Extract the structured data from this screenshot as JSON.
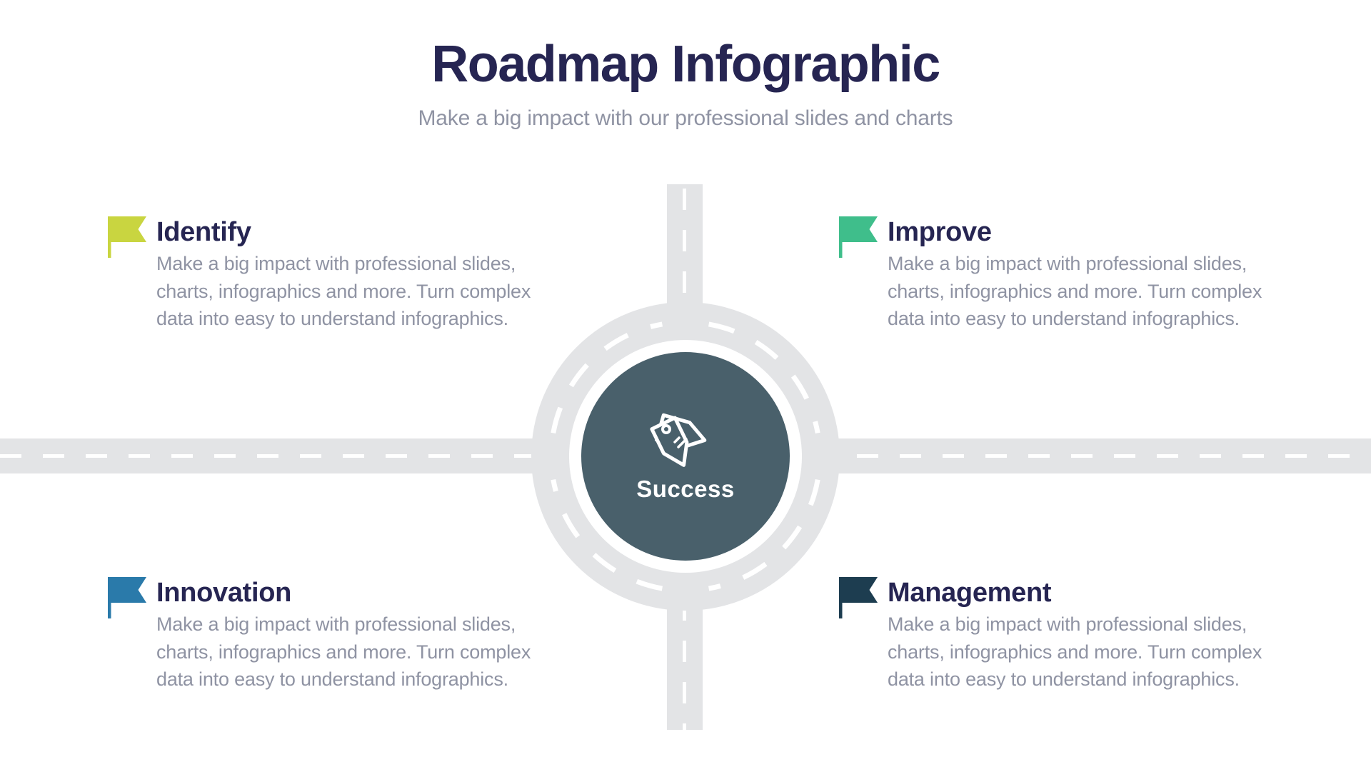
{
  "header": {
    "title": "Roadmap Infographic",
    "subtitle": "Make a big impact with our professional slides and charts"
  },
  "center": {
    "label": "Success",
    "icon": "tags-icon",
    "circle_color": "#49606b",
    "label_color": "#ffffff"
  },
  "road": {
    "color": "#e3e4e6",
    "marking_color": "#ffffff"
  },
  "items": [
    {
      "id": "identify",
      "title": "Identify",
      "flag_color": "#c9d540",
      "description": "Make a big impact with professional slides,\ncharts, infographics and more. Turn complex\ndata into easy to understand infographics."
    },
    {
      "id": "improve",
      "title": "Improve",
      "flag_color": "#3fbe8b",
      "description": "Make a big impact with professional slides,\ncharts, infographics and more. Turn complex\ndata into easy to understand infographics."
    },
    {
      "id": "innovation",
      "title": "Innovation",
      "flag_color": "#2a7aaa",
      "description": "Make a big impact with professional slides,\ncharts, infographics and more. Turn complex\ndata into easy to understand infographics."
    },
    {
      "id": "management",
      "title": "Management",
      "flag_color": "#1d3d50",
      "description": "Make a big impact with professional slides,\ncharts, infographics and more. Turn complex\ndata into easy to understand infographics."
    }
  ],
  "colors": {
    "heading_text": "#262552",
    "body_text": "#8f93a3",
    "background": "#ffffff"
  }
}
